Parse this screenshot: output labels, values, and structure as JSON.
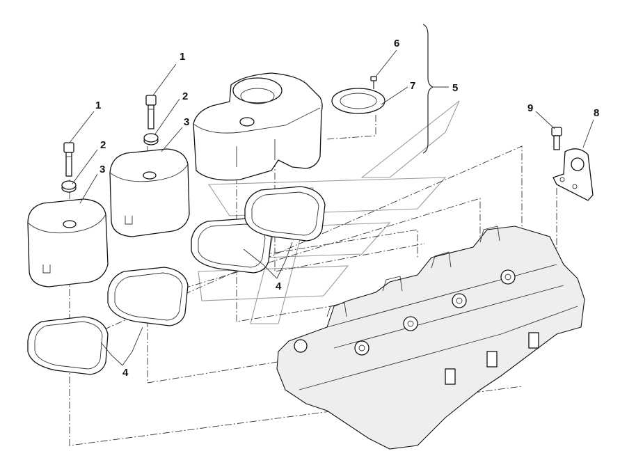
{
  "diagram": {
    "callouts": [
      {
        "id": "c1a",
        "text": "1"
      },
      {
        "id": "c1b",
        "text": "1"
      },
      {
        "id": "c2a",
        "text": "2"
      },
      {
        "id": "c2b",
        "text": "2"
      },
      {
        "id": "c3a",
        "text": "3"
      },
      {
        "id": "c3b",
        "text": "3"
      },
      {
        "id": "c4a",
        "text": "4"
      },
      {
        "id": "c4b",
        "text": "4"
      },
      {
        "id": "c5",
        "text": "5"
      },
      {
        "id": "c6",
        "text": "6"
      },
      {
        "id": "c7",
        "text": "7"
      },
      {
        "id": "c8",
        "text": "8"
      },
      {
        "id": "c9",
        "text": "9"
      }
    ]
  }
}
